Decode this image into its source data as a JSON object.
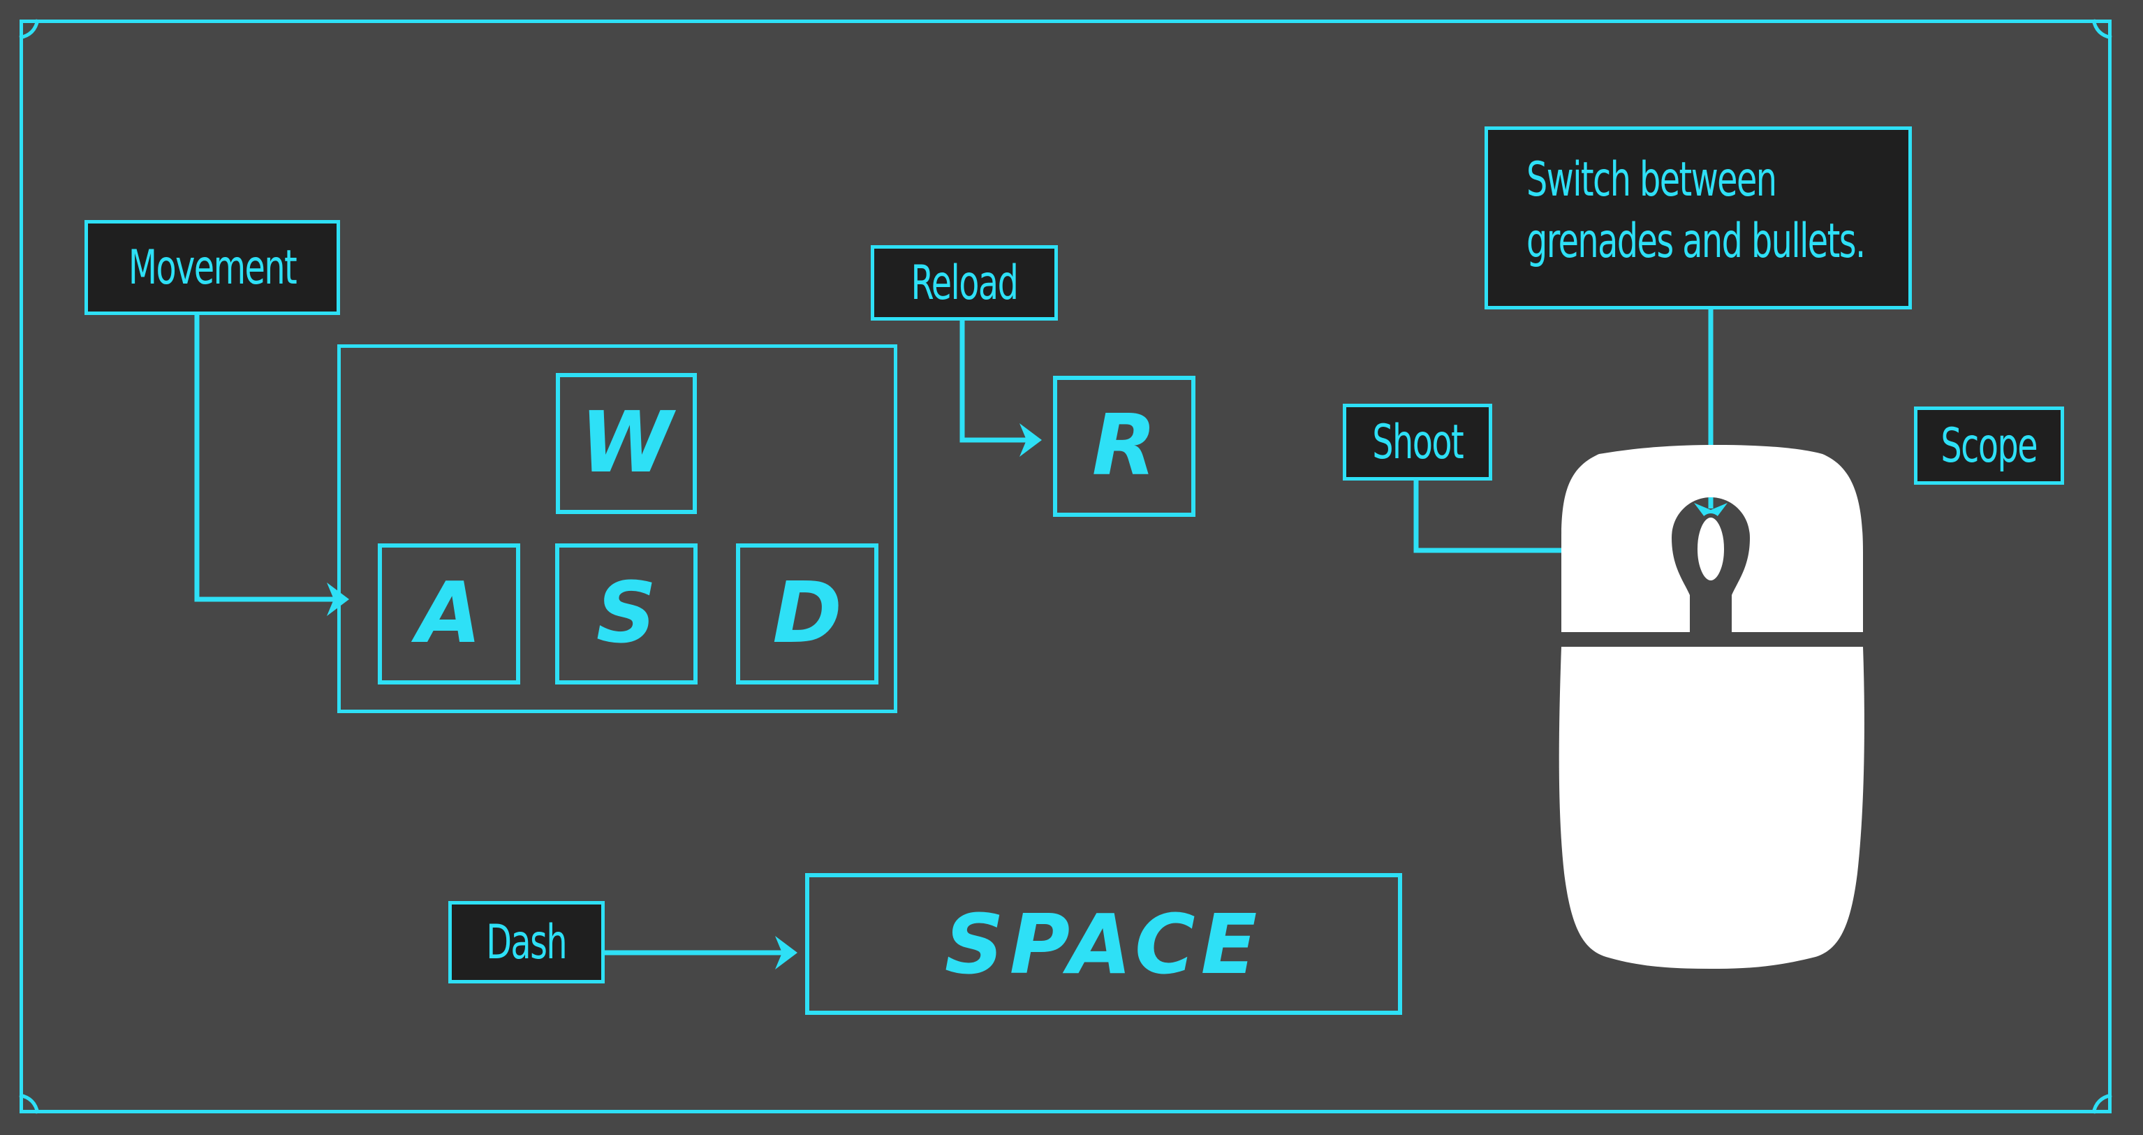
{
  "colors": {
    "background": "#474747",
    "accent": "#2ee0f6",
    "label_fill": "#1f1f1f",
    "mouse": "#ffffff"
  },
  "labels": {
    "movement": "Movement",
    "reload": "Reload",
    "shoot": "Shoot",
    "scope": "Scope",
    "switch": "Switch between\ngrenades and bullets.",
    "dash": "Dash"
  },
  "keys": {
    "w": "W",
    "a": "A",
    "s": "S",
    "d": "D",
    "r": "R",
    "space": "SPACE"
  },
  "icons": {
    "mouse": "mouse-icon"
  }
}
